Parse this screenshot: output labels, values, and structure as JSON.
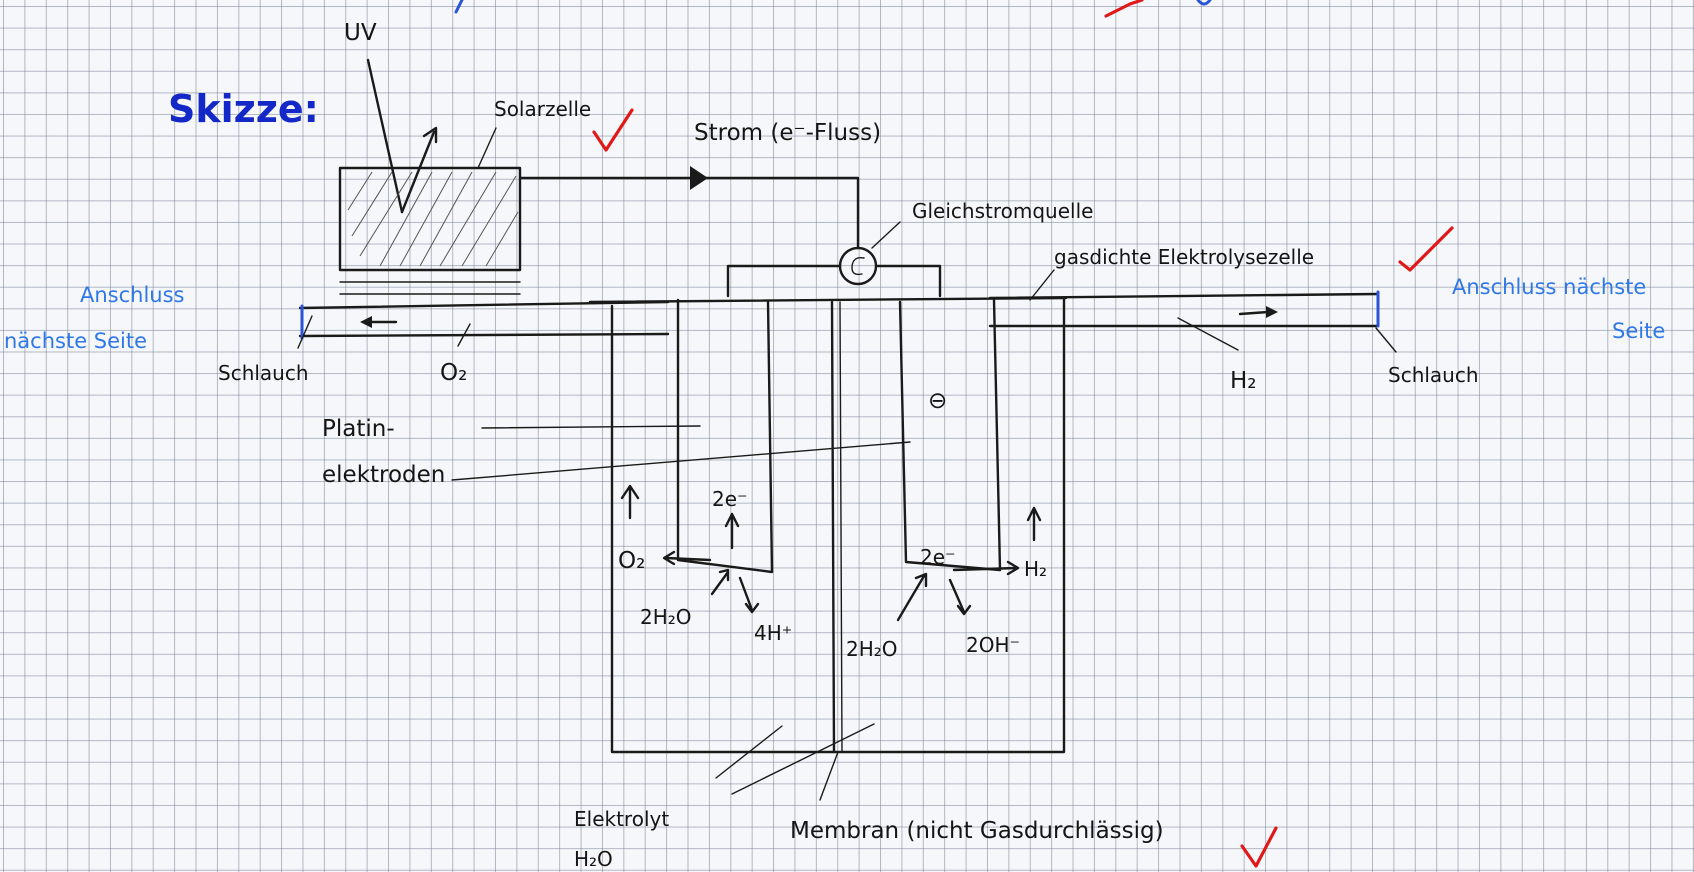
{
  "heading": "Skizze:",
  "labels": {
    "uv": "UV",
    "solarzelle": "Solarzelle",
    "strom": "Strom (e⁻-Fluss)",
    "gleichstromquelle": "Gleichstromquelle",
    "elektrolysezelle": "gasdichte Elektrolysezelle",
    "schlauch_left": "Schlauch",
    "schlauch_right": "Schlauch",
    "o2_tube": "O₂",
    "h2_tube": "H₂",
    "platin_1": "Platin-",
    "platin_2": "elektroden",
    "minus": "⊖",
    "anode_e": "2e⁻",
    "anode_o2": "O₂",
    "anode_water": "2H₂O",
    "anode_proton": "4H⁺",
    "cathode_e": "2e⁻",
    "cathode_h2": "H₂",
    "cathode_water": "2H₂O",
    "cathode_oh": "2OH⁻",
    "elektrolyt_1": "Elektrolyt",
    "elektrolyt_2": "H₂O",
    "membran": "Membran (nicht Gasdurchlässig)"
  },
  "annotations": {
    "anschluss_left_1": "Anschluss",
    "anschluss_left_2": "nächste Seite",
    "anschluss_right_1": "Anschluss nächste",
    "anschluss_right_2": "Seite"
  },
  "colors": {
    "ink": "#1a1a1a",
    "heading_blue": "#1428c8",
    "annotation_cyan": "#2f78e6",
    "check_red": "#e01818"
  }
}
